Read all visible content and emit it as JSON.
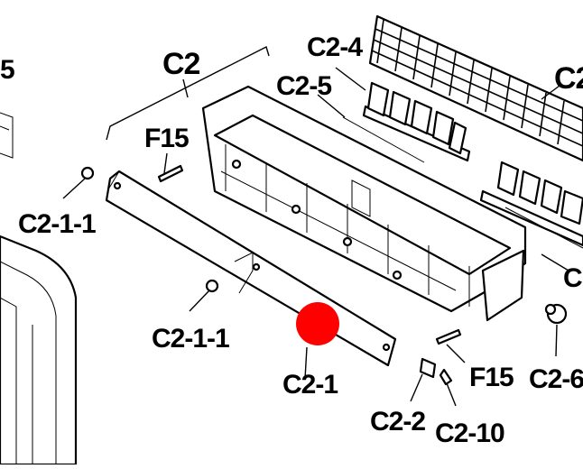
{
  "labels": {
    "c2": "C2",
    "c2_4": "C2-4",
    "c2_5": "C2-5",
    "c2_partial_top": "C2",
    "c2_partial_right": "C",
    "c_partial_left": "5",
    "f15_top": "F15",
    "c2_1_1_left": "C2-1-1",
    "c2_1_1_mid": "C2-1-1",
    "c2_1": "C2-1",
    "f15_bottom": "F15",
    "c2_6": "C2-6",
    "c2_2": "C2-2",
    "c2_10": "C2-10"
  },
  "colors": {
    "marker": "#ff0000",
    "ink": "#000000",
    "background": "#ffffff"
  }
}
